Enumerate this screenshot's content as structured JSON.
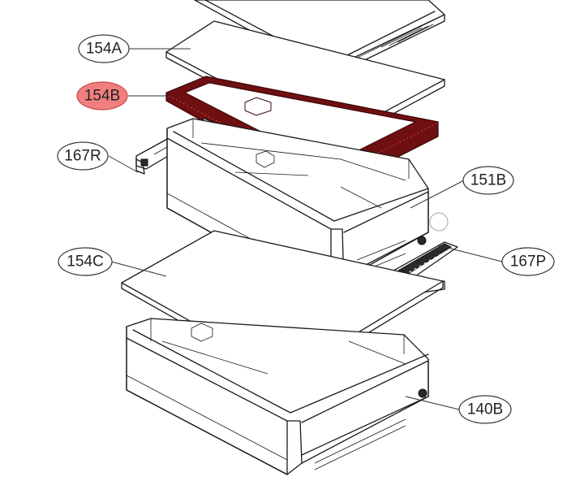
{
  "colors": {
    "highlight_fill": "#f08080",
    "highlight_part": "#6e0f12",
    "highlight_part_edge": "#c9474a",
    "line": "#1a1a1a"
  },
  "callouts": [
    {
      "id": "154A",
      "label": "154A",
      "highlighted": false
    },
    {
      "id": "154B",
      "label": "154B",
      "highlighted": true
    },
    {
      "id": "167R",
      "label": "167R",
      "highlighted": false
    },
    {
      "id": "151B",
      "label": "151B",
      "highlighted": false
    },
    {
      "id": "154C",
      "label": "154C",
      "highlighted": false
    },
    {
      "id": "167P",
      "label": "167P",
      "highlighted": false
    },
    {
      "id": "140B",
      "label": "140B",
      "highlighted": false
    }
  ]
}
